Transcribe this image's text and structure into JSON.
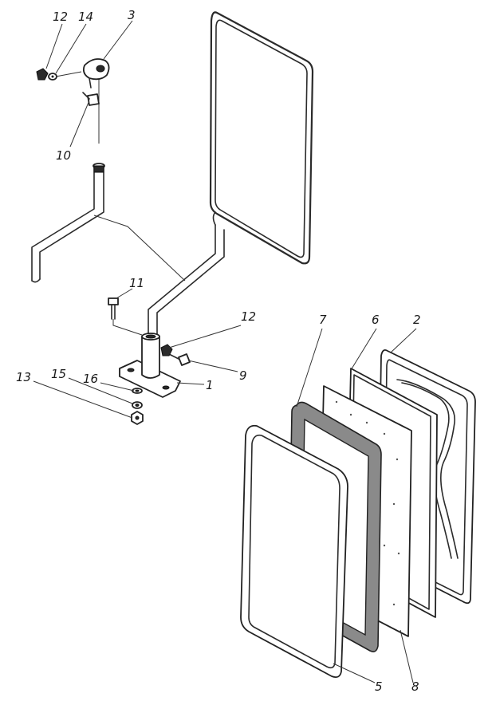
{
  "labels": {
    "l1": "1",
    "l2": "2",
    "l3": "3",
    "l5": "5",
    "l6": "6",
    "l7": "7",
    "l8": "8",
    "l9": "9",
    "l10": "10",
    "l11": "11",
    "l12a": "12",
    "l12b": "12",
    "l13": "13",
    "l14": "14",
    "l15": "15",
    "l16": "16"
  },
  "colors": {
    "ink": "#2b2b2b",
    "paper": "#ffffff"
  }
}
